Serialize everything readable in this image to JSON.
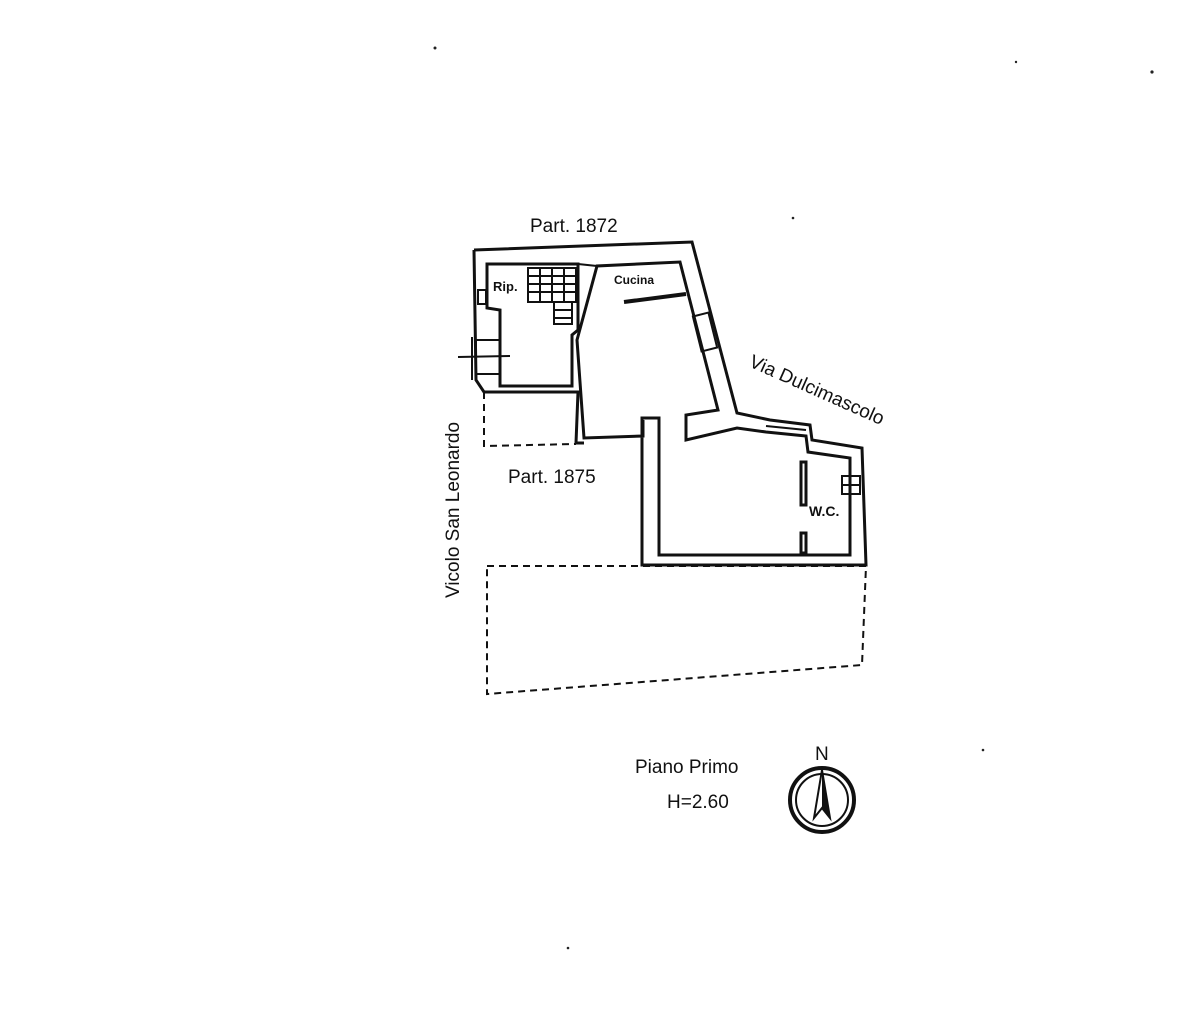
{
  "labels": {
    "parcel_north": "Part. 1872",
    "parcel_south": "Part. 1875",
    "street_east": "Via Dulcimascolo",
    "street_west": "Vicolo San Leonardo",
    "room_storage": "Rip.",
    "room_kitchen": "Cucina",
    "room_wc": "W.C.",
    "floor_name": "Piano Primo",
    "ceiling_height": "H=2.60",
    "north_marker": "N"
  }
}
